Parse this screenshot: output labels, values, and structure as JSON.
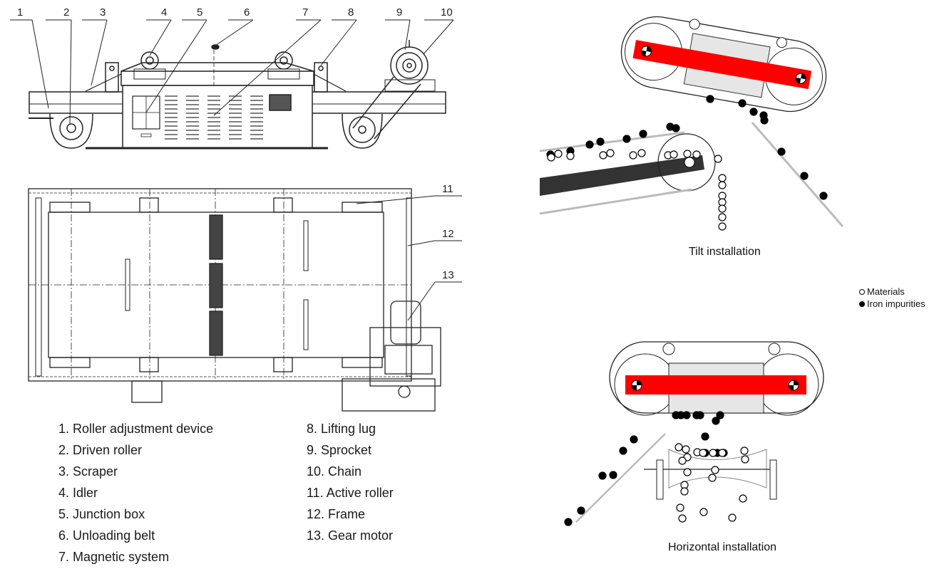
{
  "drawing": {
    "callouts_side_view": [
      "1",
      "2",
      "3",
      "4",
      "5",
      "6",
      "7",
      "8",
      "9",
      "10"
    ],
    "callouts_top_view": [
      "11",
      "12",
      "13"
    ]
  },
  "parts_list": {
    "left": [
      "1. Roller adjustment device",
      "2. Driven roller",
      "3. Scraper",
      "4. Idler",
      "5. Junction box",
      "6. Unloading belt",
      "7. Magnetic system"
    ],
    "right": [
      "8. Lifting lug",
      "9. Sprocket",
      "10. Chain",
      "11. Active roller",
      "12. Frame",
      "13. Gear motor"
    ]
  },
  "installations": {
    "tilt": {
      "caption": "Tilt installation"
    },
    "horizontal": {
      "caption": "Horizontal installation"
    }
  },
  "legend": {
    "materials": {
      "label": "Materials",
      "icon": "open-circle"
    },
    "iron": {
      "label": "Iron impurities",
      "icon": "filled-circle"
    }
  },
  "colors": {
    "magnet_bar": "#ff0000",
    "feeder_belt": "#333333",
    "line": "#222222",
    "chute": "#bbbbbb"
  }
}
